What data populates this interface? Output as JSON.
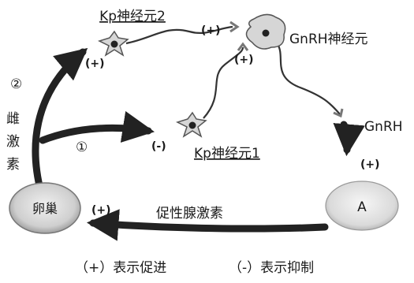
{
  "neurons": {
    "kp2": "Kp神经元2",
    "kp1": "Kp神经元1",
    "gnrh": "GnRH神经元"
  },
  "hormone_gnrh": "GnRH",
  "estrogen": [
    "雌",
    "激",
    "素"
  ],
  "ovary": "卵巢",
  "organ_a": "A",
  "fsh_lh": "促性腺激素",
  "signs": {
    "kp2_plus": "(+)",
    "gnrh_top_plus": "(+)",
    "gnrh_bottom_plus": "(+)",
    "kp1_minus": "(-)",
    "a_plus": "(+)",
    "ovary_plus": "(+)"
  },
  "path_numbers": {
    "path1": "①",
    "path2": "②"
  },
  "legend": {
    "promote": "（+）表示促进",
    "inhibit": "（-）表示抑制"
  }
}
